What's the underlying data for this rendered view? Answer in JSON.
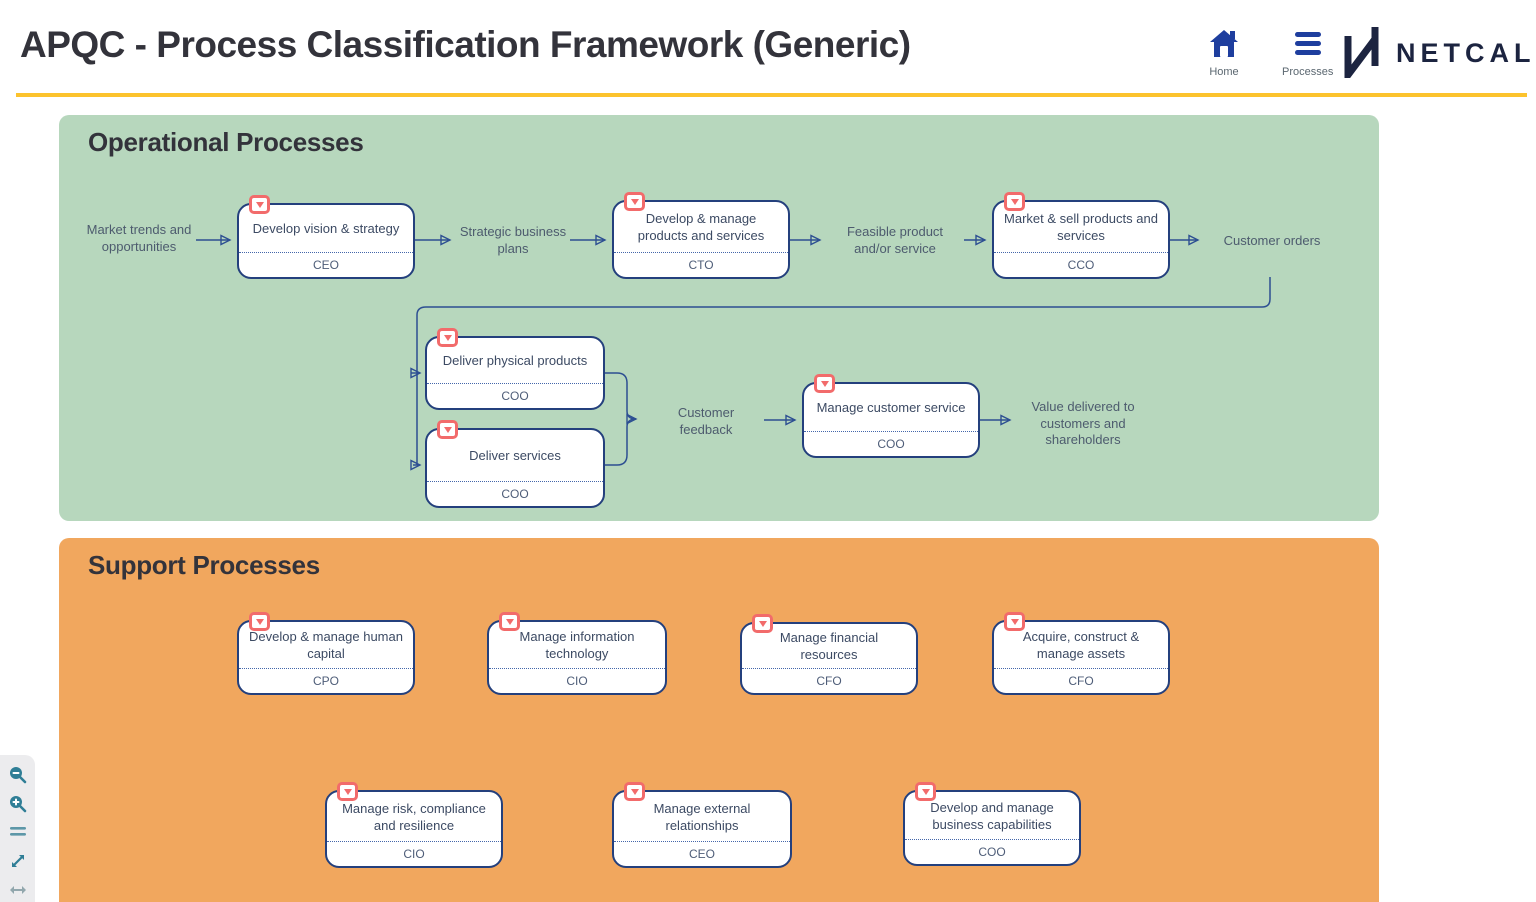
{
  "header": {
    "title": "APQC - Process Classification Framework (Generic)",
    "nav": {
      "home_label": "Home",
      "processes_label": "Processes",
      "brand": "NETCALL"
    }
  },
  "colors": {
    "accent_rule": "#fcc32d",
    "operational_panel": "#b7d7bd",
    "support_panel": "#f1a75e",
    "node_border": "#24407d",
    "connector": "#2d4f92",
    "badge": "#f26b6b",
    "nav_blue": "#1e3e9e",
    "brand_navy": "#1c2440"
  },
  "sections": {
    "operational": {
      "title": "Operational Processes",
      "nodes": [
        {
          "title": "Develop vision & strategy",
          "role": "CEO"
        },
        {
          "title": "Develop & manage products and services",
          "role": "CTO"
        },
        {
          "title": "Market & sell products and services",
          "role": "CCO"
        },
        {
          "title": "Deliver physical products",
          "role": "COO"
        },
        {
          "title": "Deliver services",
          "role": "COO"
        },
        {
          "title": "Manage customer service",
          "role": "COO"
        }
      ],
      "labels": {
        "input": "Market trends and opportunities",
        "plans": "Strategic business plans",
        "feasible": "Feasible product and/or service",
        "orders": "Customer orders",
        "feedback": "Customer feedback",
        "value": "Value delivered to customers and shareholders"
      }
    },
    "support": {
      "title": "Support Processes",
      "nodes": [
        {
          "title": "Develop & manage human capital",
          "role": "CPO"
        },
        {
          "title": "Manage information technology",
          "role": "CIO"
        },
        {
          "title": "Manage financial resources",
          "role": "CFO"
        },
        {
          "title": "Acquire, construct & manage assets",
          "role": "CFO"
        },
        {
          "title": "Manage risk, compliance and resilience",
          "role": "CIO"
        },
        {
          "title": "Manage external relationships",
          "role": "CEO"
        },
        {
          "title": "Develop and manage business capabilities",
          "role": "COO"
        }
      ]
    }
  },
  "toolbar": {
    "items": [
      "zoom-out",
      "zoom-in",
      "reset-zoom",
      "fit-to-screen",
      "fit-width"
    ]
  }
}
